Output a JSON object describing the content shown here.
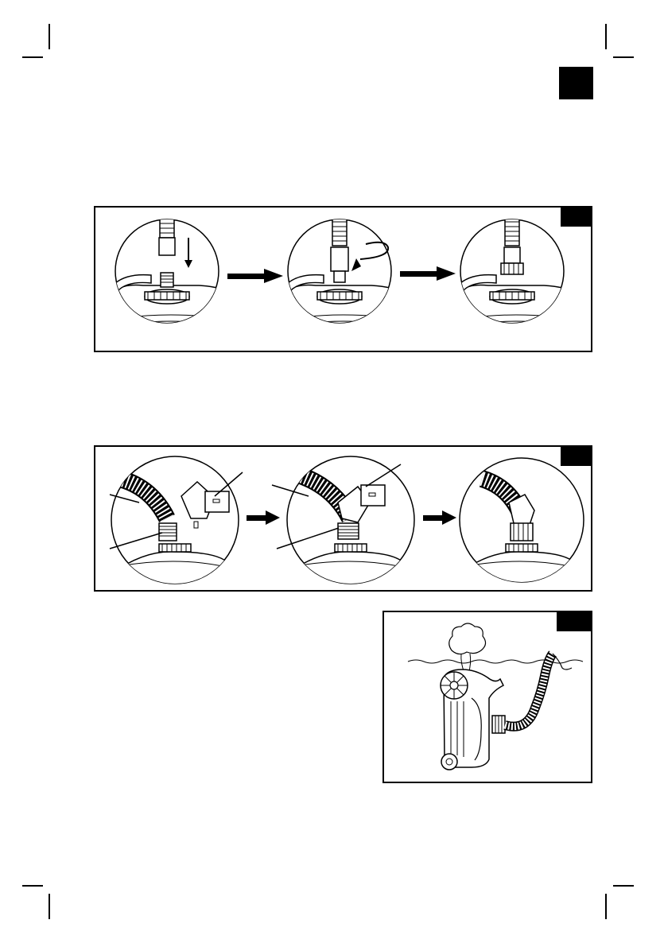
{
  "page": {
    "colors": {
      "ink": "#000000",
      "paper": "#ffffff"
    },
    "tab_marker": {
      "shape": "black-square"
    }
  },
  "figures": [
    {
      "panel": "connect-hose-to-cleaner",
      "steps": [
        {
          "action": "push-down",
          "icon": "down-arrow-icon"
        },
        {
          "action": "twist-to-lock",
          "icon": "curved-rotate-arrow-icon"
        },
        {
          "action": "connected",
          "icon": "none"
        }
      ],
      "transition_icon": "right-arrow-icon"
    },
    {
      "panel": "attach-elbow-connector",
      "steps": [
        {
          "action": "align-elbow",
          "callouts": 3
        },
        {
          "action": "fit-elbow",
          "callouts": 3
        },
        {
          "action": "assembled",
          "callouts": 0
        }
      ],
      "transition_icon": "right-arrow-icon"
    },
    {
      "panel": "cleaner-submerged-in-water",
      "elements": [
        "air-bubbles-icon",
        "water-surface",
        "pool-cleaner",
        "swivel-hose"
      ]
    }
  ]
}
